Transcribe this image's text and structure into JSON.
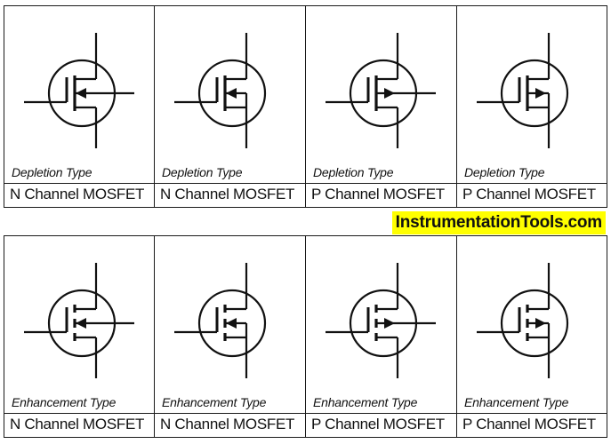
{
  "brand": "InstrumentationTools.com",
  "top": {
    "types": [
      "Depletion Type",
      "Depletion Type",
      "Depletion Type",
      "Depletion Type"
    ],
    "labels": [
      "N Channel MOSFET",
      "N Channel MOSFET",
      "P Channel MOSFET",
      "P Channel MOSFET"
    ]
  },
  "bottom": {
    "types": [
      "Enhancement Type",
      "Enhancement Type",
      "Enhancement Type",
      "Enhancement Type"
    ],
    "labels": [
      "N Channel MOSFET",
      "N Channel MOSFET",
      "P Channel MOSFET",
      "P Channel MOSFET"
    ]
  },
  "symbols": [
    {
      "mode": "depletion",
      "channel": "N",
      "variant": "4-terminal"
    },
    {
      "mode": "depletion",
      "channel": "N",
      "variant": "3-terminal"
    },
    {
      "mode": "depletion",
      "channel": "P",
      "variant": "4-terminal"
    },
    {
      "mode": "depletion",
      "channel": "P",
      "variant": "3-terminal"
    },
    {
      "mode": "enhancement",
      "channel": "N",
      "variant": "4-terminal"
    },
    {
      "mode": "enhancement",
      "channel": "N",
      "variant": "3-terminal"
    },
    {
      "mode": "enhancement",
      "channel": "P",
      "variant": "4-terminal"
    },
    {
      "mode": "enhancement",
      "channel": "P",
      "variant": "3-terminal"
    }
  ]
}
